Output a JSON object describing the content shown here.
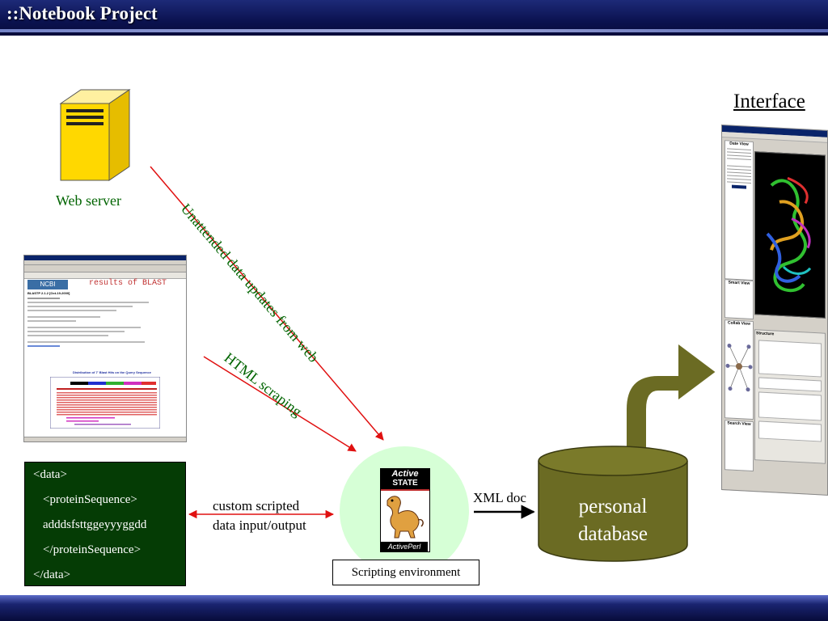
{
  "header": {
    "title": "::Notebook Project"
  },
  "diagram": {
    "web_server_label": "Web server",
    "unattended_label": "Unattended data updates from web",
    "html_scraping_label": "HTML scraping",
    "custom_scripted_line1": "custom scripted",
    "custom_scripted_line2": "data input/output",
    "xml_doc_label": "XML doc",
    "scripting_env_label": "Scripting environment",
    "database_line1": "personal",
    "database_line2": "database",
    "interface_label": "Interface",
    "xml_lines": [
      "<data>",
      "<proteinSequence>",
      "adddsfsttggeyyyggdd",
      "</proteinSequence>",
      "</data>"
    ],
    "blast": {
      "logo": "NCBI",
      "heading": "results of BLAST",
      "version": "BLASTP 2.1.2 [Oct-19-2000]",
      "distribution": "Distribution of 7' Blast Hits on the Query Sequence"
    },
    "activestate": {
      "line1": "Active",
      "line2": "STATE",
      "product": "ActivePerl"
    },
    "notebook_app": {
      "date_view": "Date View",
      "search_view": "Smart View",
      "collab_view": "Collab View",
      "search": "Search View",
      "structure_title": "Structure"
    }
  },
  "colors": {
    "arrow_red": "#e01010",
    "db_olive": "#6b6b23",
    "label_green": "#006400"
  }
}
